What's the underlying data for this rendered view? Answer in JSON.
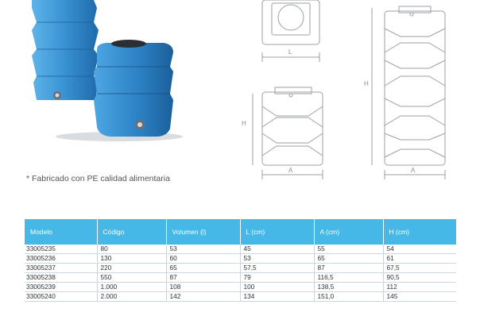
{
  "note": "* Fabricado con PE calidad alimentaria",
  "drawing_labels": {
    "top_view_width": "L",
    "small_tank_height": "H",
    "small_tank_width": "A",
    "large_tank_height": "H",
    "large_tank_width": "A"
  },
  "table": {
    "headers": [
      "Modelo",
      "Código",
      "Volumen (l)",
      "L (cm)",
      "A (cm)",
      "H (cm)"
    ],
    "rows": [
      [
        "33005235",
        "80",
        "53",
        "45",
        "55",
        "54"
      ],
      [
        "33005236",
        "130",
        "60",
        "53",
        "65",
        "61"
      ],
      [
        "33005237",
        "220",
        "65",
        "57,5",
        "87",
        "67,5"
      ],
      [
        "33005238",
        "550",
        "87",
        "79",
        "116,5",
        "90,5"
      ],
      [
        "33005239",
        "1.000",
        "108",
        "100",
        "138,5",
        "112"
      ],
      [
        "33005240",
        "2.000",
        "142",
        "134",
        "151,0",
        "145"
      ]
    ]
  },
  "colors": {
    "tank_blue": "#2f86c9",
    "header_blue": "#45b8e8"
  }
}
